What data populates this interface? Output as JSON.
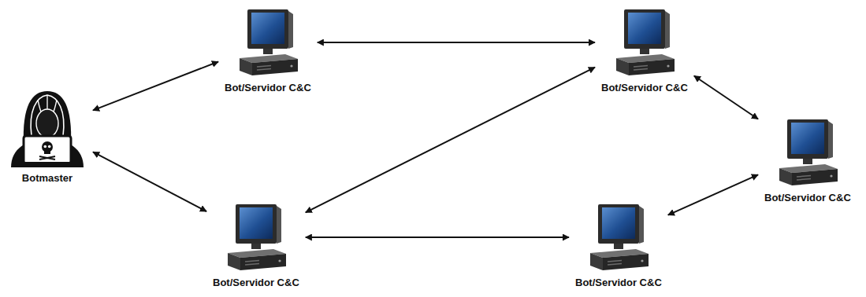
{
  "diagram": {
    "nodes": [
      {
        "text": [
          "Botmaster"
        ]
      },
      {
        "text": [
          "Bot/Servidor C&C"
        ]
      },
      {
        "text": [
          "Bot/Servidor C&C"
        ]
      },
      {
        "text": [
          "Bot/Servidor C&C"
        ]
      },
      {
        "text": [
          "Bot/Servidor C&C"
        ]
      },
      {
        "text": [
          "Bot/Servidor C&C"
        ]
      }
    ],
    "edges": [
      {
        "from": 0,
        "to": 1,
        "arrow": "both"
      },
      {
        "from": 0,
        "to": 4,
        "arrow": "both"
      },
      {
        "from": 1,
        "to": 2,
        "arrow": "both"
      },
      {
        "from": 2,
        "to": 3,
        "arrow": "both"
      },
      {
        "from": 2,
        "to": 4,
        "arrow": "both"
      },
      {
        "from": 4,
        "to": 5,
        "arrow": "both"
      },
      {
        "from": 5,
        "to": 3,
        "arrow": "both"
      }
    ]
  }
}
